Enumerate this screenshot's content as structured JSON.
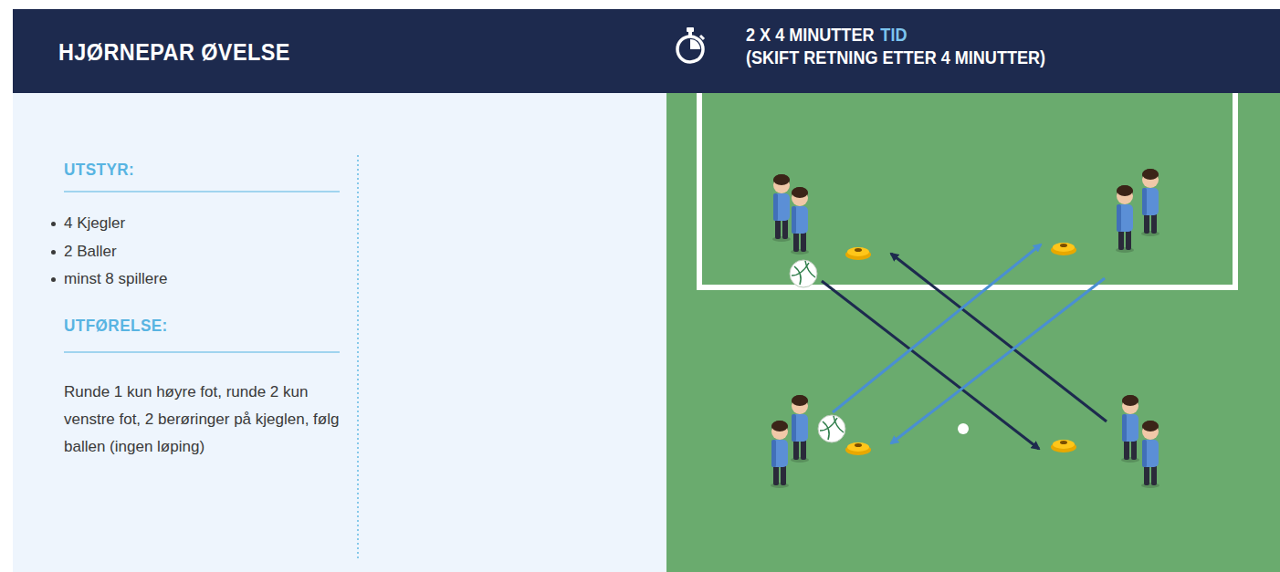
{
  "diagram": {
    "title": "HJØRNEPAR ØVELSE",
    "nodes": [
      {
        "text": [
          "UTSTYR:",
          "4 Kjegler",
          "2 Baller",
          "minst 8 spillere",
          "UTFØRELSE:",
          "Runde 1 kun høyre fot, runde 2 kun venstre fot, 2 berøringer på kjeglen, følg ballen (ingen løping)"
        ]
      }
    ],
    "labels": [
      "2 X 4 MINUTTER",
      "TID",
      "(SKIFT RETNING ETTER 4 MINUTTER)"
    ]
  }
}
